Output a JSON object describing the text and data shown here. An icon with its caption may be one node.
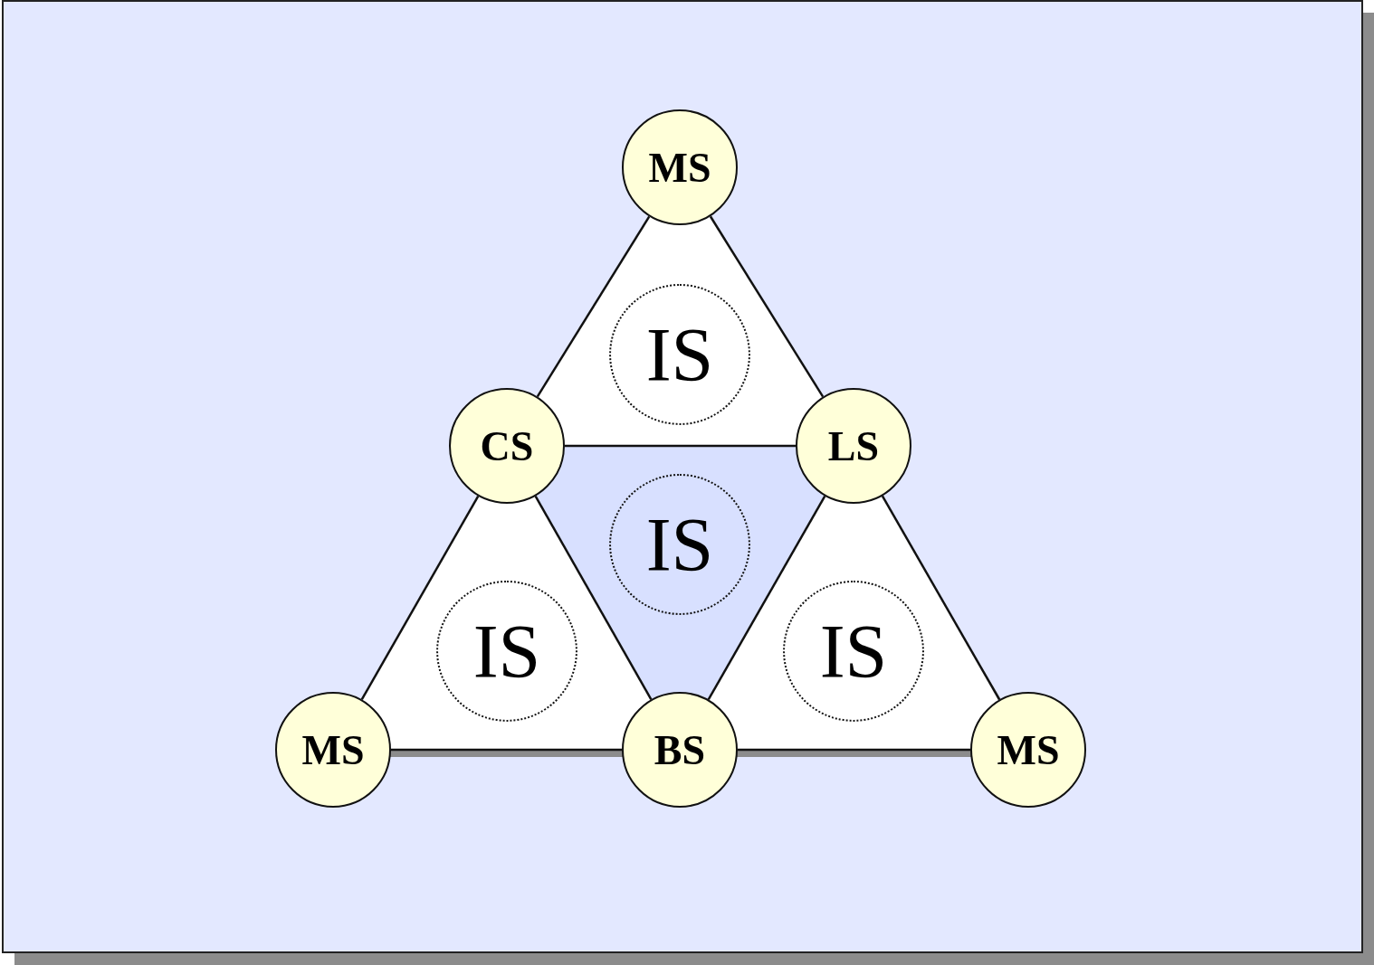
{
  "diagram": {
    "nodes": [
      {
        "text": [
          "MS"
        ]
      },
      {
        "text": [
          "IS"
        ]
      },
      {
        "text": [
          "CS"
        ]
      },
      {
        "text": [
          "LS"
        ]
      },
      {
        "text": [
          "IS"
        ]
      },
      {
        "text": [
          "IS"
        ]
      },
      {
        "text": [
          "IS"
        ]
      },
      {
        "text": [
          "MS"
        ]
      },
      {
        "text": [
          "BS"
        ]
      },
      {
        "text": [
          "MS"
        ]
      }
    ],
    "edges": [
      {
        "from": 0,
        "to": 2,
        "arrow": "none"
      },
      {
        "from": 0,
        "to": 3,
        "arrow": "none"
      },
      {
        "from": 2,
        "to": 3,
        "arrow": "none"
      },
      {
        "from": 2,
        "to": 7,
        "arrow": "none"
      },
      {
        "from": 2,
        "to": 8,
        "arrow": "none"
      },
      {
        "from": 3,
        "to": 8,
        "arrow": "none"
      },
      {
        "from": 3,
        "to": 9,
        "arrow": "none"
      },
      {
        "from": 7,
        "to": 8,
        "arrow": "none"
      },
      {
        "from": 8,
        "to": 9,
        "arrow": "none"
      }
    ]
  }
}
